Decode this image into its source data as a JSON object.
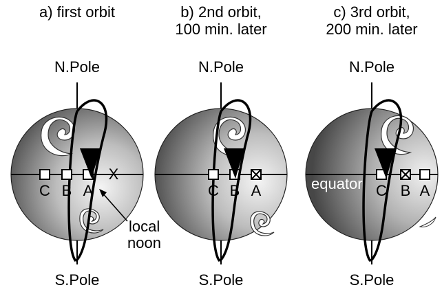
{
  "panels": [
    {
      "title_line1": "a) first orbit",
      "title_line2": "",
      "north_label": "N.Pole",
      "south_label": "S.Pole",
      "stations": [
        "C",
        "B",
        "A"
      ],
      "noon_marker": "X"
    },
    {
      "title_line1": "b) 2nd orbit,",
      "title_line2": "100 min. later",
      "north_label": "N.Pole",
      "south_label": "S.Pole",
      "stations": [
        "C",
        "B",
        "A"
      ]
    },
    {
      "title_line1": "c) 3rd orbit,",
      "title_line2": "200 min. later",
      "north_label": "N.Pole",
      "south_label": "S.Pole",
      "stations": [
        "C",
        "B",
        "A"
      ],
      "equator_label": "equator"
    }
  ],
  "noon_annotation": [
    "local",
    "noon"
  ],
  "colors": {
    "globe_light": "#f2f2f2",
    "globe_dark": "#4a4a4a",
    "line": "#000000"
  }
}
